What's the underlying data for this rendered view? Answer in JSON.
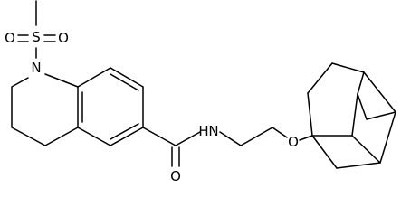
{
  "structure": {
    "atom_labels": {
      "sulfonyl_s": "S",
      "sulfonyl_o_left": "O",
      "sulfonyl_o_right": "O",
      "ring_n": "N",
      "amide_n": "N",
      "amide_h": "H",
      "carbonyl_o": "O",
      "ether_o": "O"
    }
  }
}
